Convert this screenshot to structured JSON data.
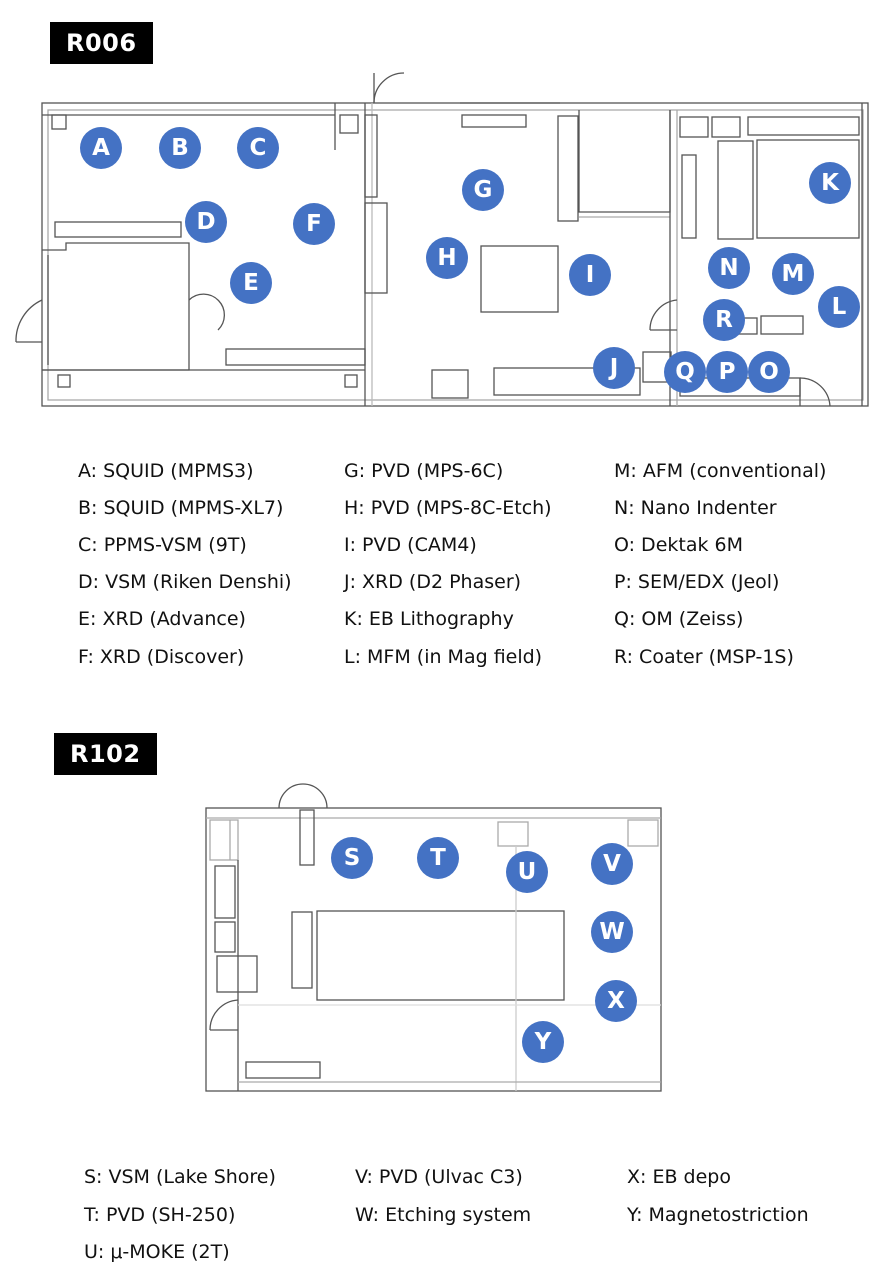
{
  "rooms": [
    {
      "label": "R006",
      "markers": [
        "A",
        "B",
        "C",
        "D",
        "E",
        "F",
        "G",
        "H",
        "I",
        "J",
        "K",
        "L",
        "M",
        "N",
        "O",
        "P",
        "Q",
        "R"
      ],
      "legend": [
        "A: SQUID (MPMS3)",
        "B: SQUID (MPMS-XL7)",
        "C: PPMS-VSM (9T)",
        "D: VSM (Riken Denshi)",
        "E: XRD (Advance)",
        "F: XRD (Discover)",
        "G: PVD (MPS-6C)",
        "H: PVD (MPS-8C-Etch)",
        "I: PVD (CAM4)",
        "J: XRD (D2 Phaser)",
        "K: EB Lithography",
        "L: MFM (in Mag field)",
        "M: AFM (conventional)",
        "N: Nano Indenter",
        "O: Dektak 6M",
        "P: SEM/EDX (Jeol)",
        "Q: OM (Zeiss)",
        "R: Coater (MSP-1S)"
      ]
    },
    {
      "label": "R102",
      "markers": [
        "S",
        "T",
        "U",
        "V",
        "W",
        "X",
        "Y"
      ],
      "legend": [
        "S: VSM (Lake Shore)",
        "T: PVD (SH-250)",
        "U: μ-MOKE (2T)",
        "V: PVD (Ulvac C3)",
        "W: Etching system",
        "X: EB depo",
        "Y: Magnetostriction"
      ]
    }
  ],
  "colors": {
    "marker": "#4472c4",
    "tag_bg": "#000000",
    "wall": "#555555"
  }
}
